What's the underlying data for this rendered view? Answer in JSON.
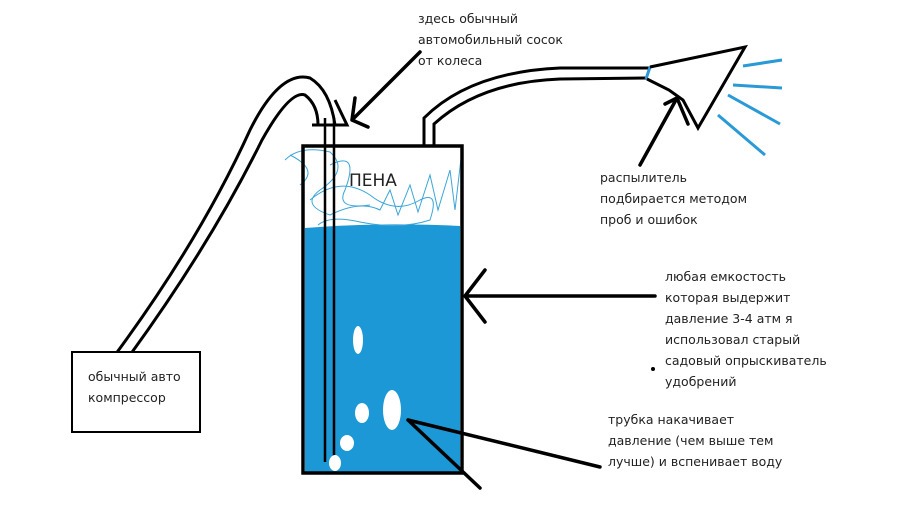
{
  "labels": {
    "nipple": [
      "здесь обычный",
      "автомобильный сосок",
      "от колеса"
    ],
    "sprayer": [
      "распылитель",
      "подбирается методом",
      "проб и ошибок"
    ],
    "container": [
      "любая емкостость",
      "которая выдержит",
      "давление 3-4 атм я",
      "использовал старый",
      "садовый опрыскиватель",
      "удобрений"
    ],
    "tube": [
      "трубка накачивает",
      "давление (чем выше тем",
      "лучше) и вспенивает воду"
    ],
    "compressor": [
      "обычный авто",
      "компрессор"
    ],
    "foam": "ПЕНА"
  },
  "colors": {
    "water": "#1b98d5",
    "spray": "#2a9ad6",
    "ink": "#000000",
    "foam": "#3ca5d8"
  }
}
